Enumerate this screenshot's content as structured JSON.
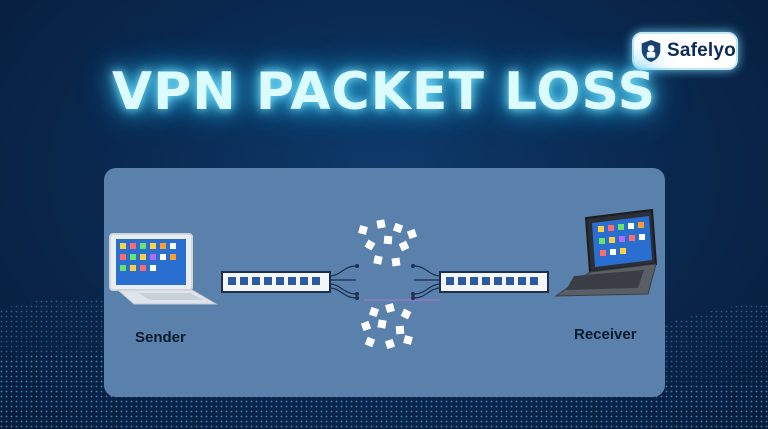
{
  "title": "VPN PACKET LOSS",
  "logo": {
    "text": "Safelyo",
    "icon": "shield-lock-icon"
  },
  "sender": {
    "label": "Sender",
    "icon": "laptop-icon"
  },
  "receiver": {
    "label": "Receiver",
    "icon": "laptop-icon"
  },
  "colors": {
    "background": "#0a2a52",
    "panel": "#5a81ab",
    "title_glow": "#7fe6ff",
    "label": "#0b1a2e"
  }
}
